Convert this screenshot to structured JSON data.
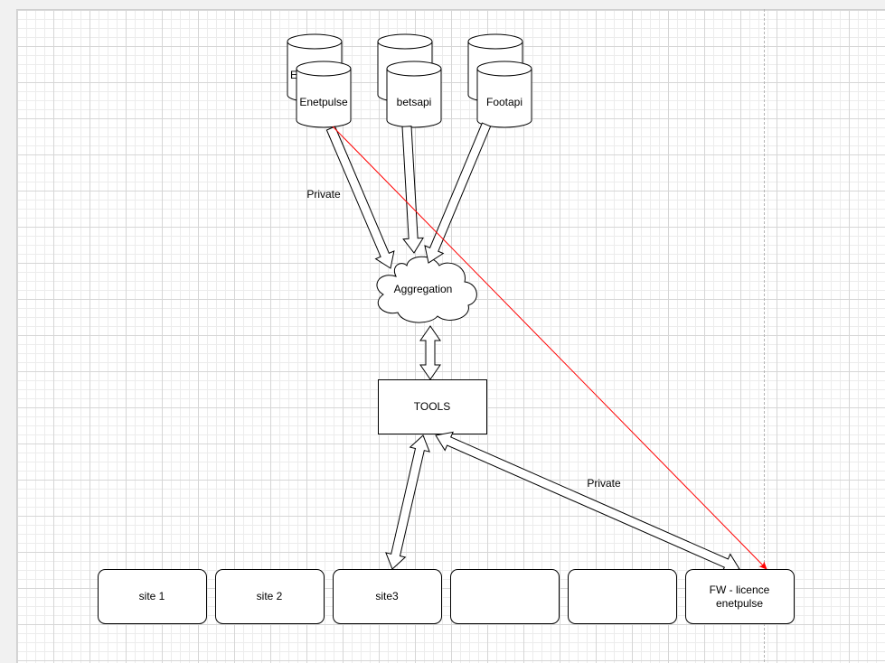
{
  "databases": {
    "enetpulse": {
      "label": "Enetpulse",
      "behind_label": "E"
    },
    "betsapi": {
      "label": "betsapi"
    },
    "footapi": {
      "label": "Footapi"
    }
  },
  "aggregation": {
    "label": "Aggregation"
  },
  "tools": {
    "label": "TOOLS"
  },
  "edge_labels": {
    "private_top": "Private",
    "private_bottom": "Private"
  },
  "sites": [
    {
      "line1": "site 1",
      "line2": ""
    },
    {
      "line1": "site 2",
      "line2": ""
    },
    {
      "line1": "site3",
      "line2": ""
    },
    {
      "line1": "",
      "line2": ""
    },
    {
      "line1": "",
      "line2": ""
    },
    {
      "line1": "FW - licence",
      "line2": "enetpulse"
    }
  ],
  "colors": {
    "stroke": "#000000",
    "red_line": "#ff0000",
    "fill": "#ffffff"
  },
  "icons": {
    "database": "cylinder-icon",
    "aggregation": "cloud-shape"
  }
}
